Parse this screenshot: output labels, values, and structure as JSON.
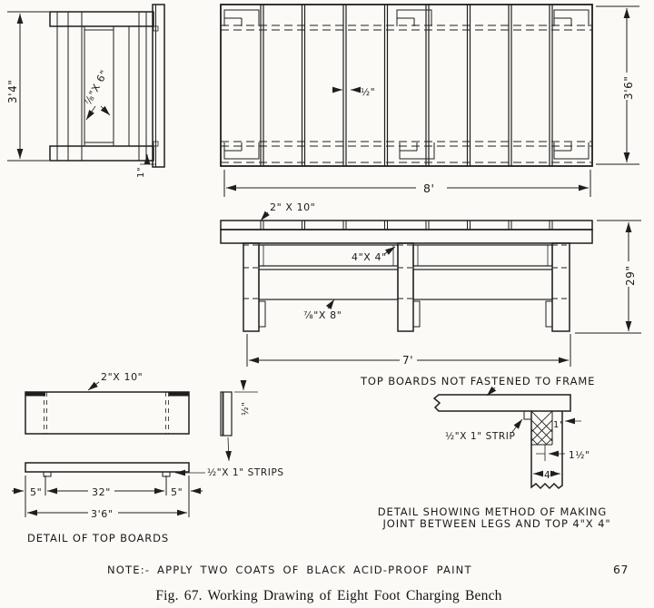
{
  "end_view": {
    "height_dim": "3'4\"",
    "rail_label": "⅞\"X 6\"",
    "strip_dim": "1\""
  },
  "plan_view": {
    "board_gap_dim": "½\"",
    "width_dim": "3'6\"",
    "length_dim": "8'"
  },
  "elevation": {
    "top_board_label": "2\" X 10\"",
    "leg_label": "4\"X 4\"",
    "rail_label": "⅞\"X 8\"",
    "height_dim": "29\"",
    "leg_span_dim": "7'",
    "note": "TOP BOARDS NOT FASTENED TO FRAME"
  },
  "board_detail": {
    "board_label": "2\"X 10\"",
    "strip_thickness_dim": "½\"",
    "strips_label": "½\"X 1\" STRIPS",
    "end_margin_left_dim": "5\"",
    "center_dim": "32\"",
    "end_margin_right_dim": "5\"",
    "total_length_dim": "3'6\"",
    "caption": "DETAIL OF TOP BOARDS"
  },
  "joint_detail": {
    "strip_label": "½\"X 1\" STRIP",
    "remaining_leg_dim": "1\"",
    "notch_depth_dim": "1½\"",
    "leg_width_dim": "4\"",
    "caption_line1": "DETAIL SHOWING METHOD OF MAKING",
    "caption_line2": "JOINT BETWEEN LEGS AND TOP 4\"X 4\""
  },
  "page": {
    "note": "NOTE:- APPLY TWO COATS OF BLACK ACID-PROOF PAINT",
    "page_number": "67",
    "figure_caption": "Fig. 67.  Working Drawing of Eight Foot Charging Bench"
  }
}
